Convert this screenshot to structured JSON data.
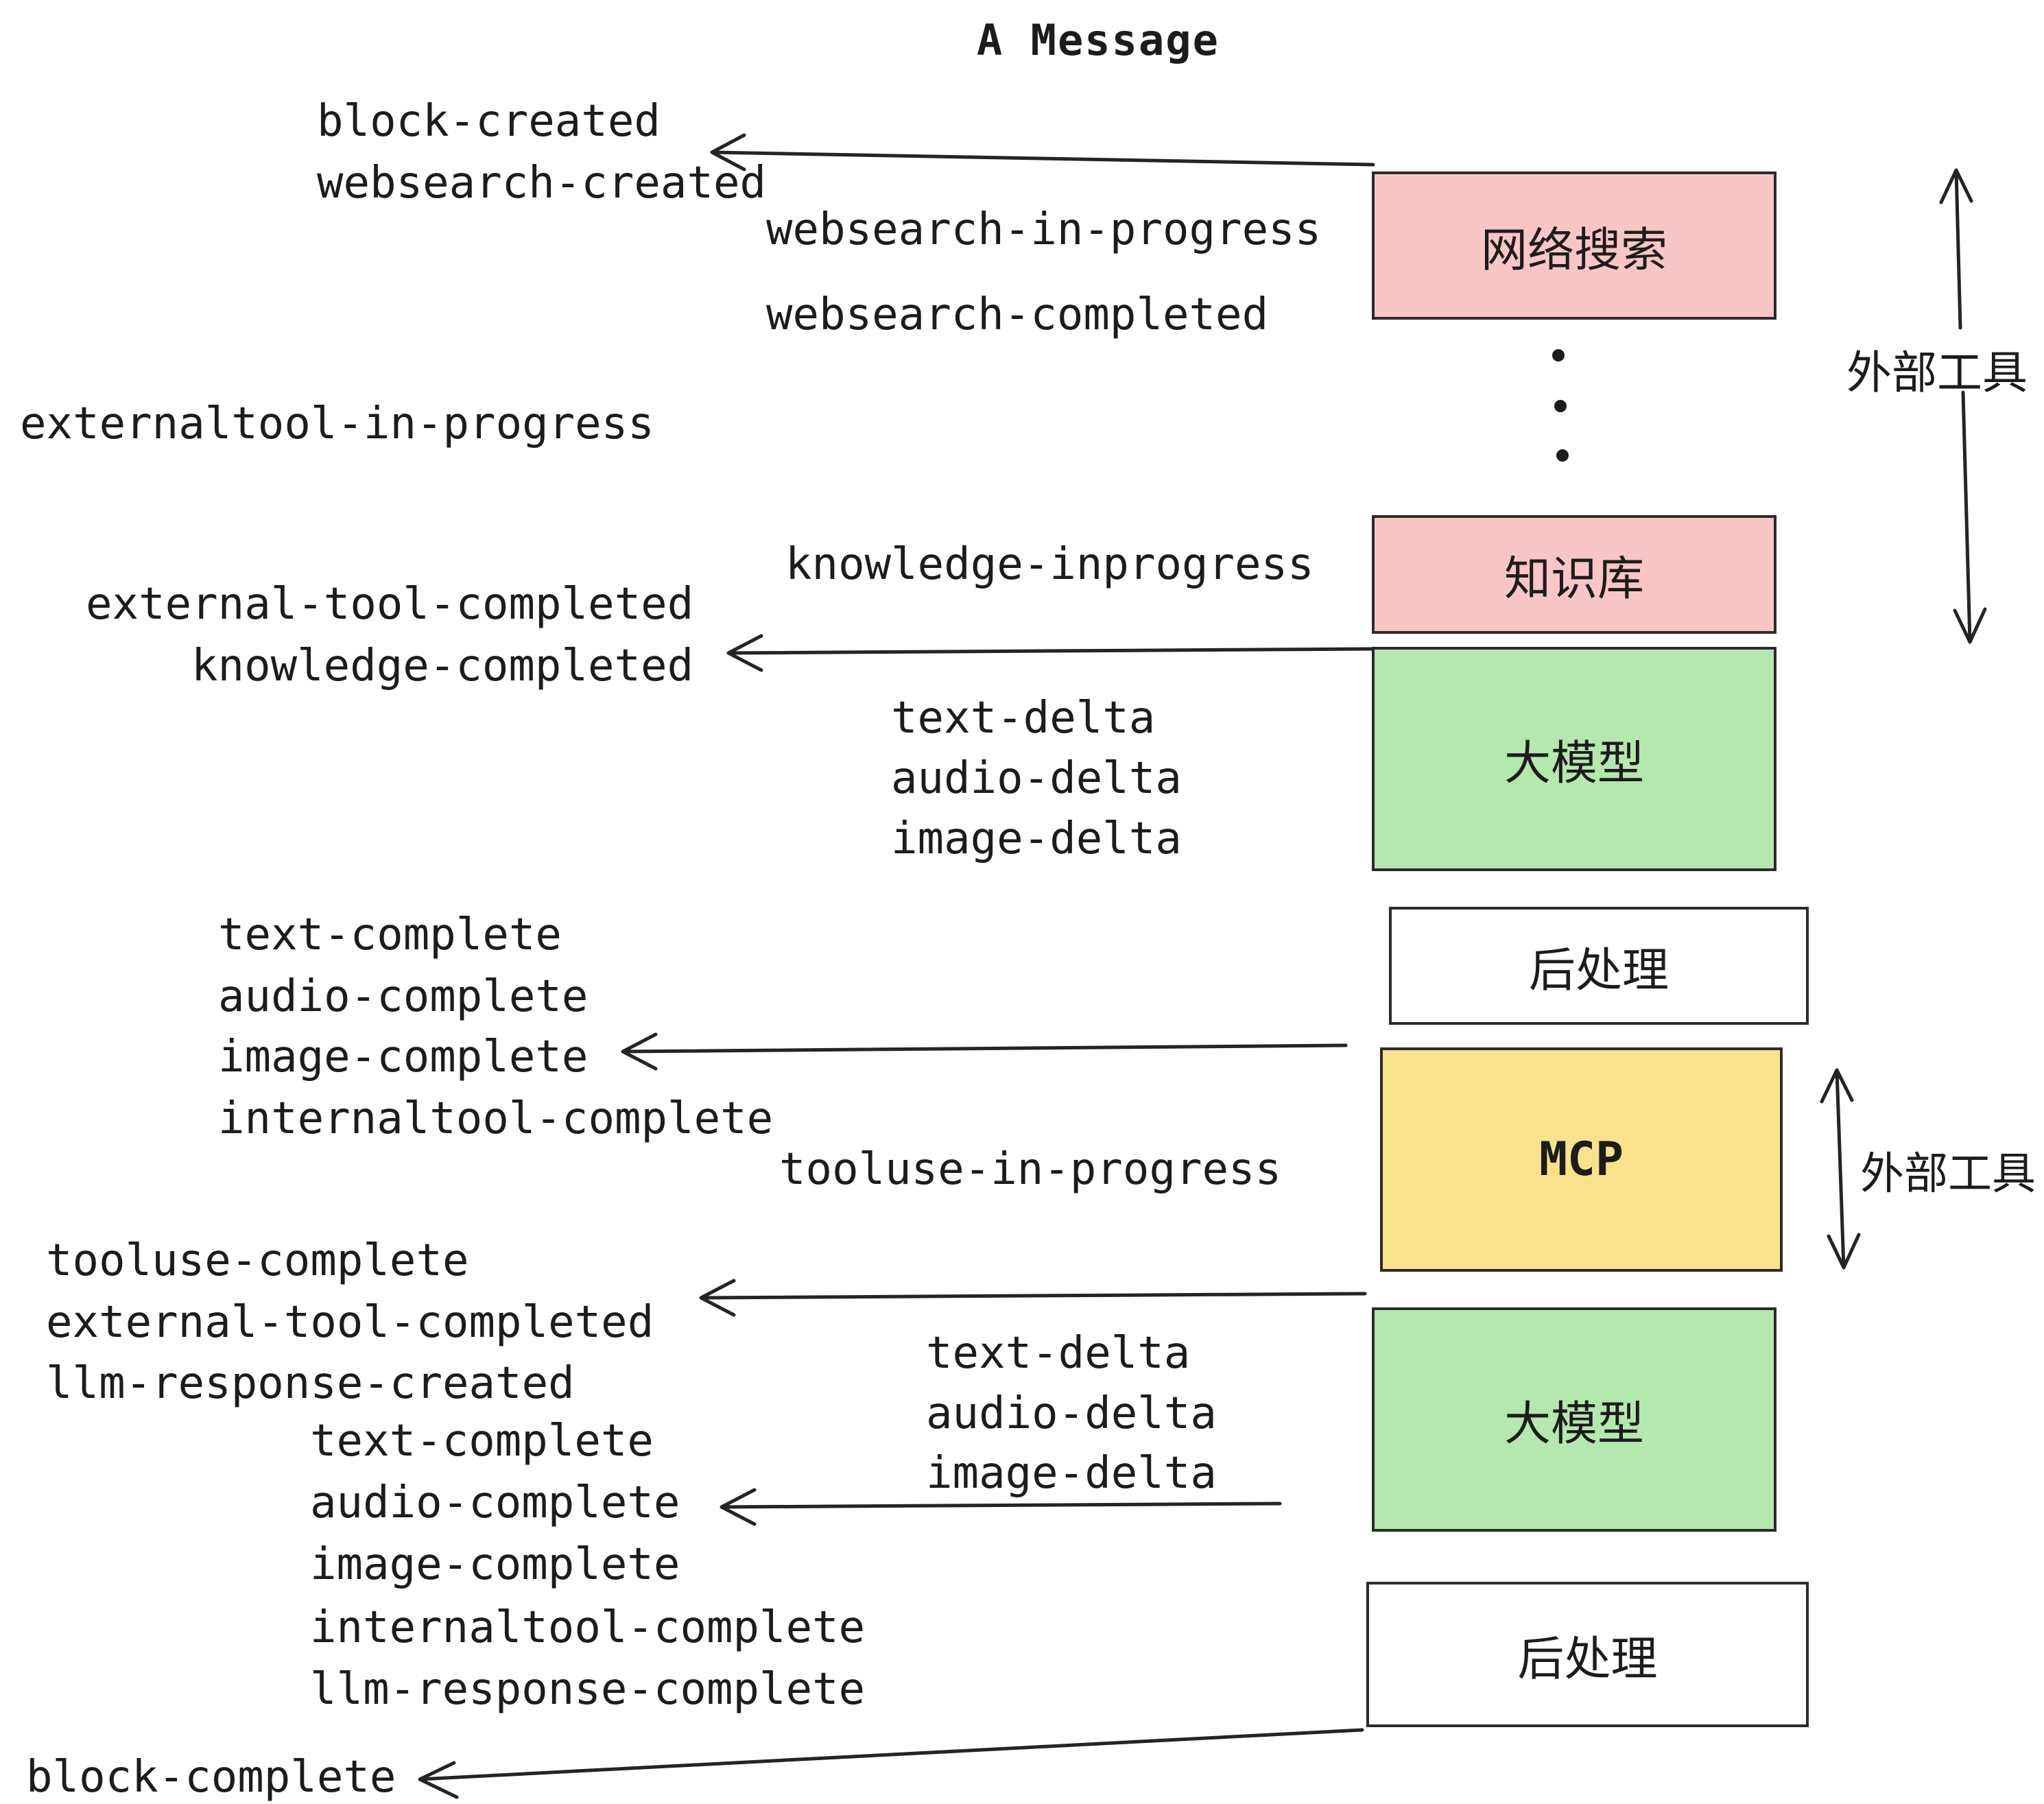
{
  "title": "A Message",
  "events": [
    "block-created",
    "websearch-created",
    "websearch-in-progress",
    "websearch-completed",
    "externaltool-in-progress",
    "knowledge-inprogress",
    "external-tool-completed",
    "knowledge-completed",
    "text-delta",
    "audio-delta",
    "image-delta",
    "text-complete",
    "audio-complete",
    "image-complete",
    "internaltool-complete",
    "tooluse-in-progress",
    "tooluse-complete",
    "external-tool-completed",
    "llm-response-created",
    "text-delta",
    "audio-delta",
    "image-delta",
    "text-complete",
    "audio-complete",
    "image-complete",
    "internaltool-complete",
    "llm-response-complete",
    "block-complete"
  ],
  "boxes": [
    {
      "label": "网络搜索",
      "fill": "pink"
    },
    {
      "label": "知识库",
      "fill": "pink"
    },
    {
      "label": "大模型",
      "fill": "green"
    },
    {
      "label": "后处理",
      "fill": "white"
    },
    {
      "label": "MCP",
      "fill": "yellow"
    },
    {
      "label": "大模型",
      "fill": "green"
    },
    {
      "label": "后处理",
      "fill": "white"
    }
  ],
  "side_labels": [
    "外部工具",
    "外部工具"
  ],
  "colors": {
    "bg": "#ffffff",
    "pink": "#f9c6c6",
    "green": "#b5e8ae",
    "yellow": "#f8e38c",
    "white": "#ffffff",
    "border": "#2b2b2b",
    "ink": "#1c1c1c",
    "arrow": "#242424"
  }
}
